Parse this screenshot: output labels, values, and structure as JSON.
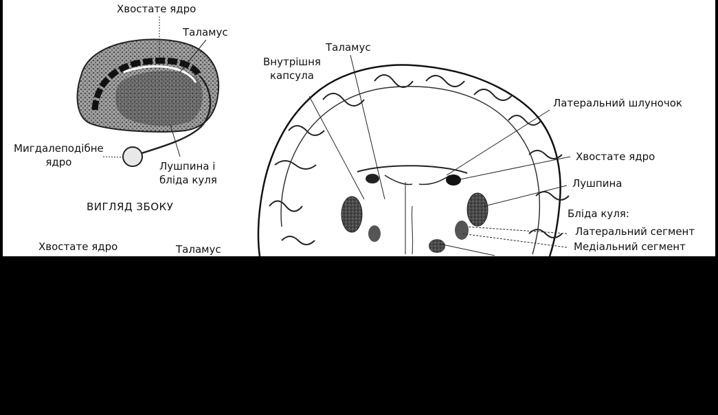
{
  "side_view": {
    "caudate_top": "Хвостате ядро",
    "thalamus": "Таламус",
    "amygdala": "Мигдалеподібне\nядро",
    "putamen_pallidus": "Лушпина і\nбліда куля",
    "caption": "ВИГЛЯД ЗБОКУ",
    "caudate_bottom": "Хвостате ядро",
    "thalamus_bottom": "Таламус"
  },
  "coronal_view": {
    "internal_capsule": "Внутрішня\nкапсула",
    "thalamus": "Таламус",
    "lateral_ventricle": "Латеральний шлуночок",
    "caudate": "Хвостате ядро",
    "putamen": "Лушпина",
    "globus_pallidus": "Бліда куля:",
    "lateral_segment": "Латеральний сегмент",
    "medial_segment": "Медіальний сегмент"
  },
  "colors": {
    "ink": "#111111",
    "shade": "#6b6b6b",
    "background": "#ffffff",
    "blackout": "#000000"
  }
}
